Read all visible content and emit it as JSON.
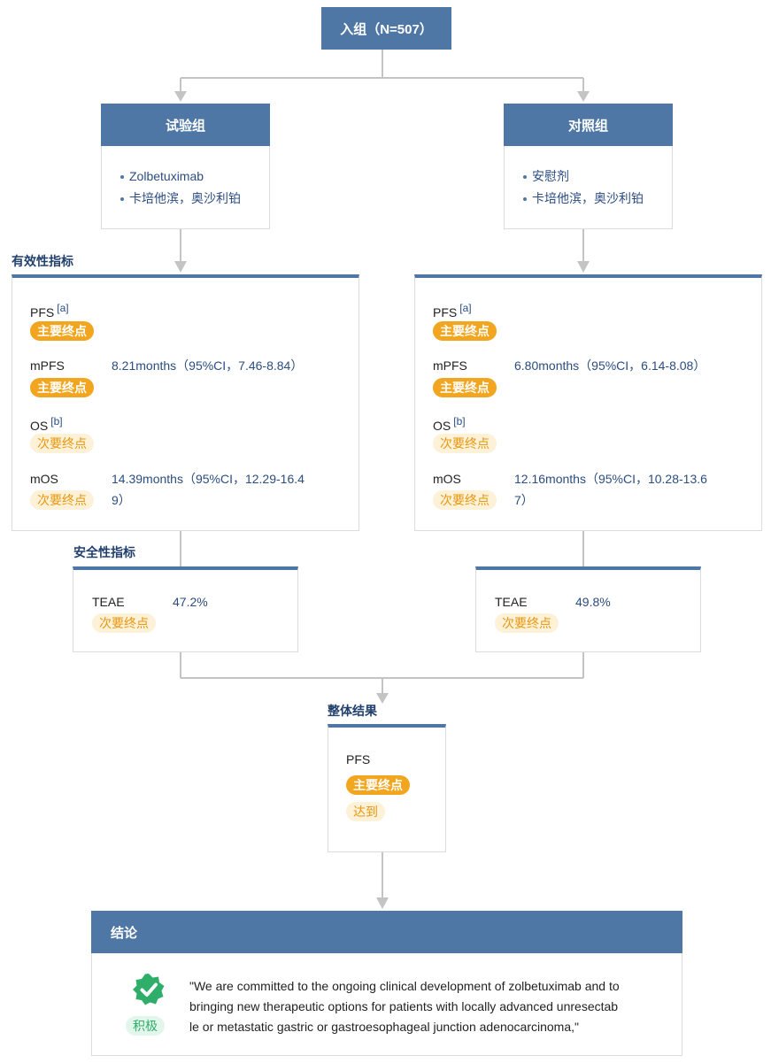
{
  "enroll": {
    "label": "入组（N=507）"
  },
  "arms": [
    {
      "title": "试验组",
      "items": [
        "Zolbetuximab",
        "卡培他滨，奥沙利铂"
      ]
    },
    {
      "title": "对照组",
      "items": [
        "安慰剂",
        "卡培他滨，奥沙利铂"
      ]
    }
  ],
  "efficacy": {
    "title": "有效性指标",
    "left": {
      "pfs_label": "PFS",
      "pfs_note": "[a]",
      "pfs_tag": "主要终点",
      "mpfs_label": "mPFS",
      "mpfs_value": "8.21months（95%CI，7.46-8.84）",
      "mpfs_tag": "主要终点",
      "os_label": "OS",
      "os_note": "[b]",
      "os_tag": "次要终点",
      "mos_label": "mOS",
      "mos_value_1": "14.39months（95%CI，12.29-16.4",
      "mos_value_2": "9）",
      "mos_tag": "次要终点"
    },
    "right": {
      "pfs_label": "PFS",
      "pfs_note": "[a]",
      "pfs_tag": "主要终点",
      "mpfs_label": "mPFS",
      "mpfs_value": "6.80months（95%CI，6.14-8.08）",
      "mpfs_tag": "主要终点",
      "os_label": "OS",
      "os_note": "[b]",
      "os_tag": "次要终点",
      "mos_label": "mOS",
      "mos_value_1": "12.16months（95%CI，10.28-13.6",
      "mos_value_2": "7）",
      "mos_tag": "次要终点"
    }
  },
  "safety": {
    "title": "安全性指标",
    "left": {
      "label": "TEAE",
      "value": "47.2%",
      "tag": "次要终点"
    },
    "right": {
      "label": "TEAE",
      "value": "49.8%",
      "tag": "次要终点"
    }
  },
  "overall": {
    "title": "整体结果",
    "label": "PFS",
    "tag": "主要终点",
    "status": "达到"
  },
  "conclusion": {
    "title": "结论",
    "badge": "积极",
    "quote_1": "\"We are committed to the ongoing clinical development of zolbetuximab and to",
    "quote_2": "bringing new therapeutic options for patients with locally advanced unresectab",
    "quote_3": "le or metastatic gastric or gastroesophageal junction adenocarcinoma,\""
  },
  "colors": {
    "header": "#4e77a5",
    "primary_tag": "#f2a51f",
    "secondary_tag_bg": "#fdf1d8",
    "secondary_tag_text": "#e8970f",
    "positive": "#2fae6a"
  }
}
